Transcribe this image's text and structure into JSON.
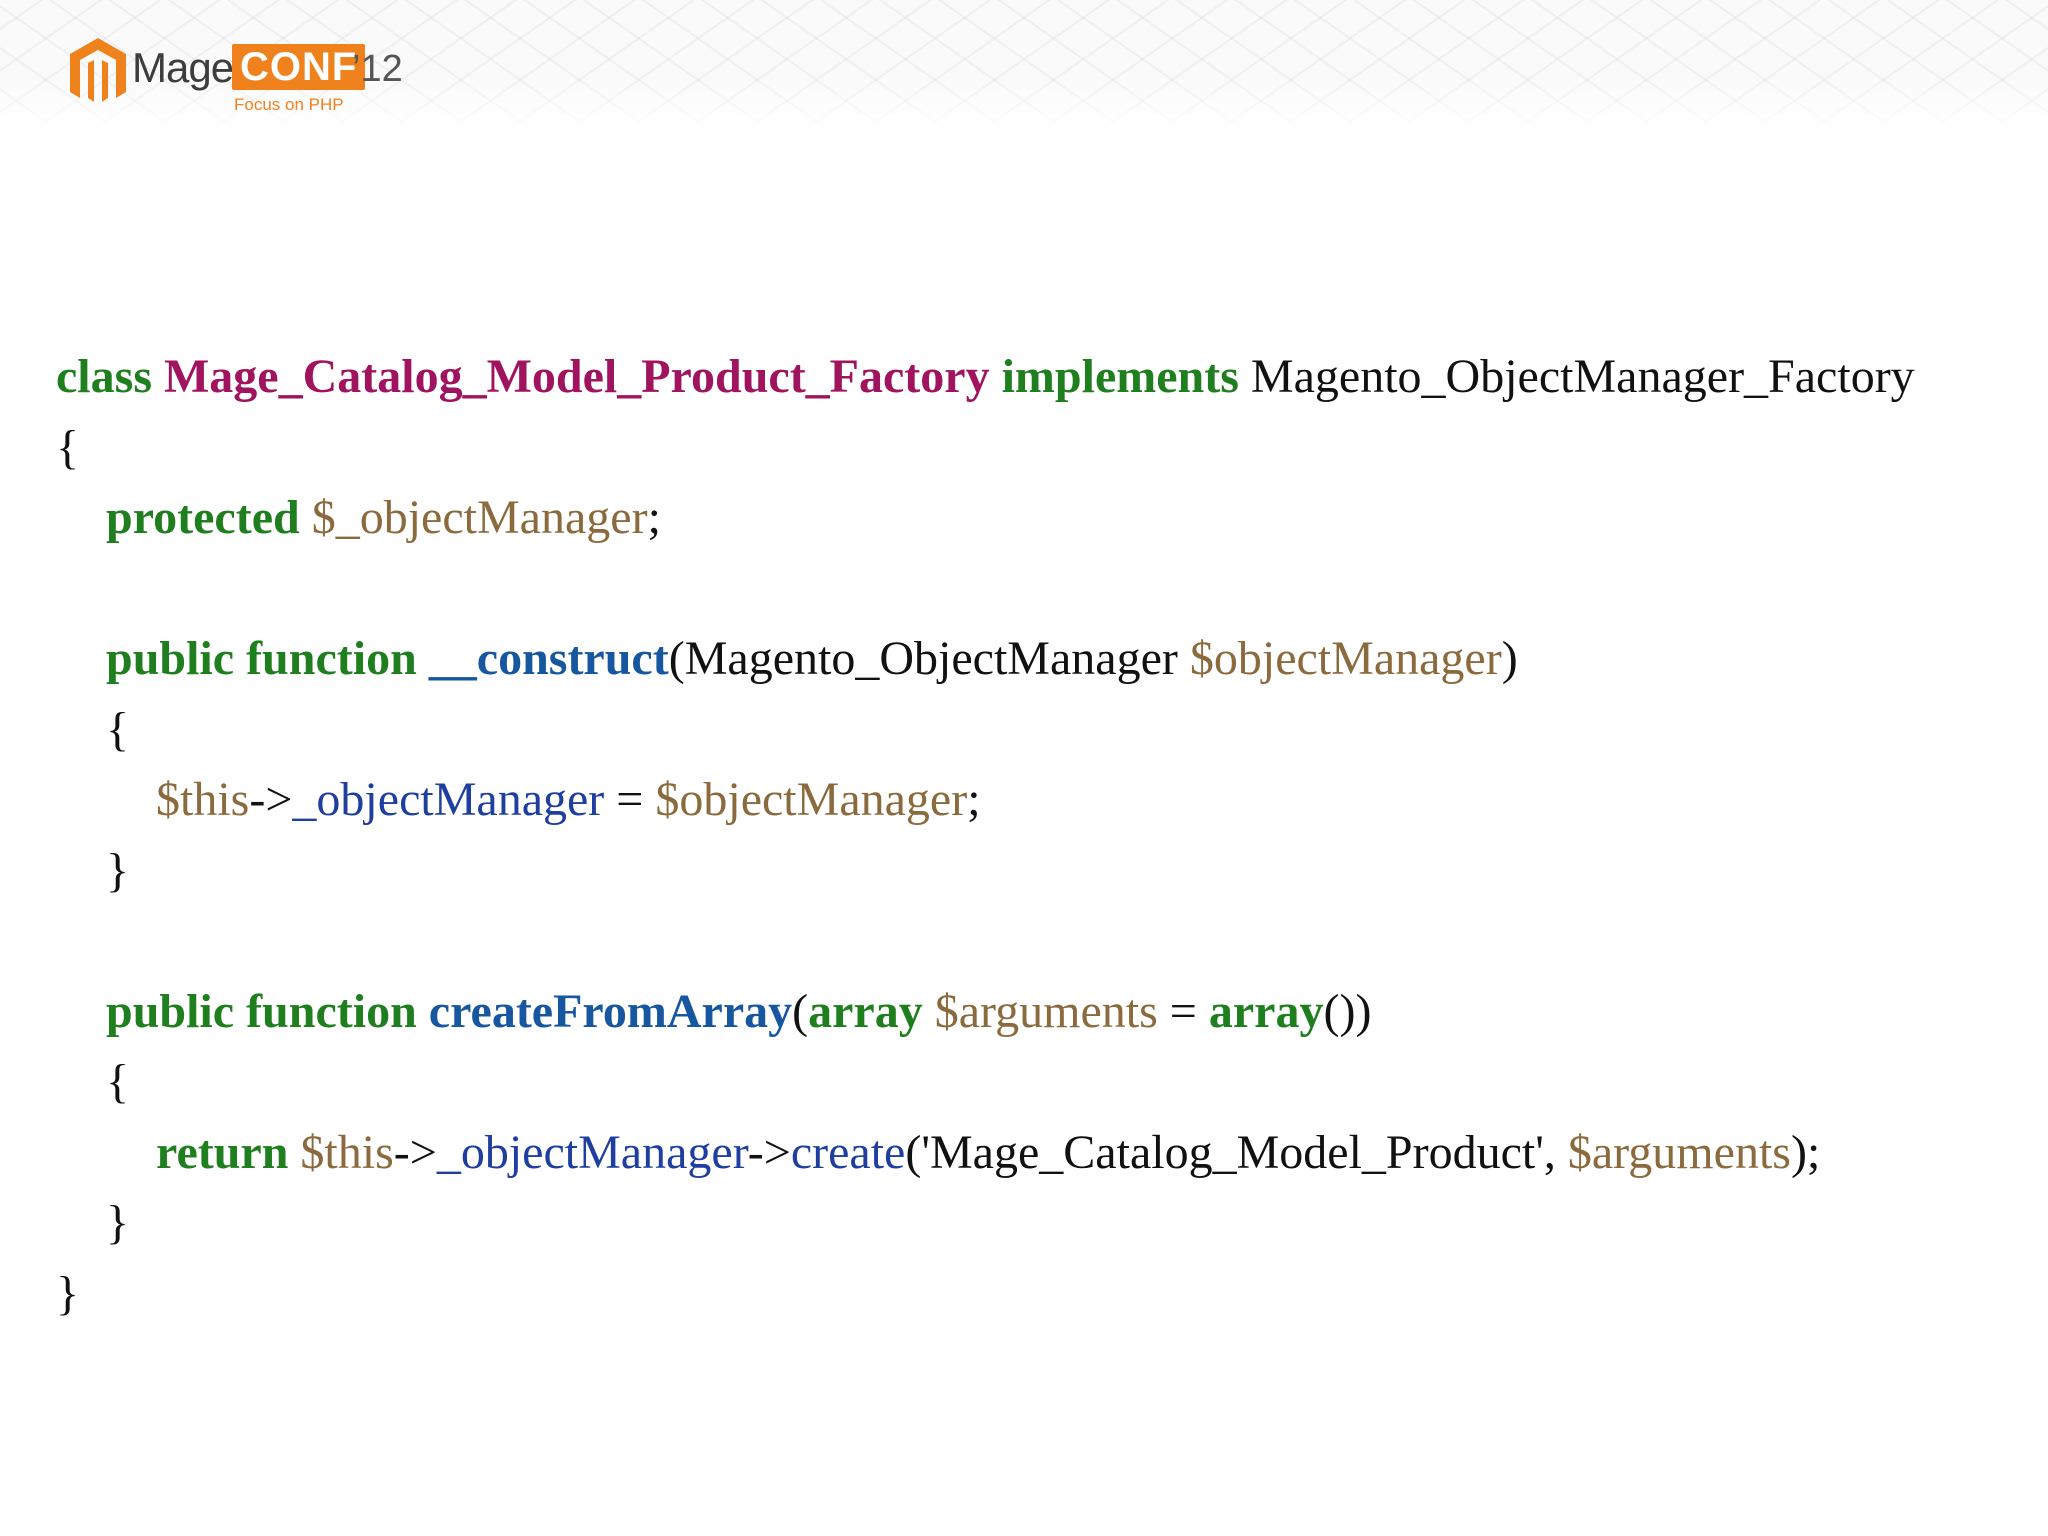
{
  "header": {
    "logo": {
      "mage": "Mage",
      "conf": "CONF",
      "year": "’12",
      "tagline": "Focus on PHP"
    }
  },
  "code": {
    "l1": {
      "kw_class": "class",
      "class_name": "Mage_Catalog_Model_Product_Factory",
      "kw_implements": "implements",
      "interface": "Magento_ObjectManager_Factory"
    },
    "l2": {
      "brace": "{"
    },
    "l3": {
      "kw_protected": "protected",
      "var": "$_objectManager",
      "end": ";"
    },
    "l5": {
      "kw": "public function",
      "fn": "__construct",
      "open": "(",
      "type": "Magento_ObjectManager",
      "param": "$objectManager",
      "close": ")"
    },
    "l6": {
      "brace": "{"
    },
    "l7": {
      "this": "$this",
      "arrow": "->",
      "prop": "_objectManager",
      "eq": " = ",
      "var": "$objectManager",
      "end": ";"
    },
    "l8": {
      "brace": "}"
    },
    "l10": {
      "kw": "public function",
      "fn": "createFromArray",
      "open": "(",
      "kw_array": "array",
      "param": "$arguments",
      "eq": " = ",
      "kw_array2": "array",
      "close": "())"
    },
    "l11": {
      "brace": "{"
    },
    "l12": {
      "kw_return": "return",
      "this": "$this",
      "arrow1": "->",
      "prop": "_objectManager",
      "arrow2": "->",
      "method": "create",
      "open": "('Mage_Catalog_Model_Product', ",
      "param": "$arguments",
      "close": ");"
    },
    "l13": {
      "brace": "}"
    },
    "l14": {
      "brace": "}"
    }
  },
  "colors": {
    "keyword": "#1f7f1f",
    "class_name": "#a0135e",
    "function_name": "#1657a0",
    "variable": "#8b6a3e",
    "property": "#1f3fa0",
    "logo_orange": "#f0821e"
  }
}
